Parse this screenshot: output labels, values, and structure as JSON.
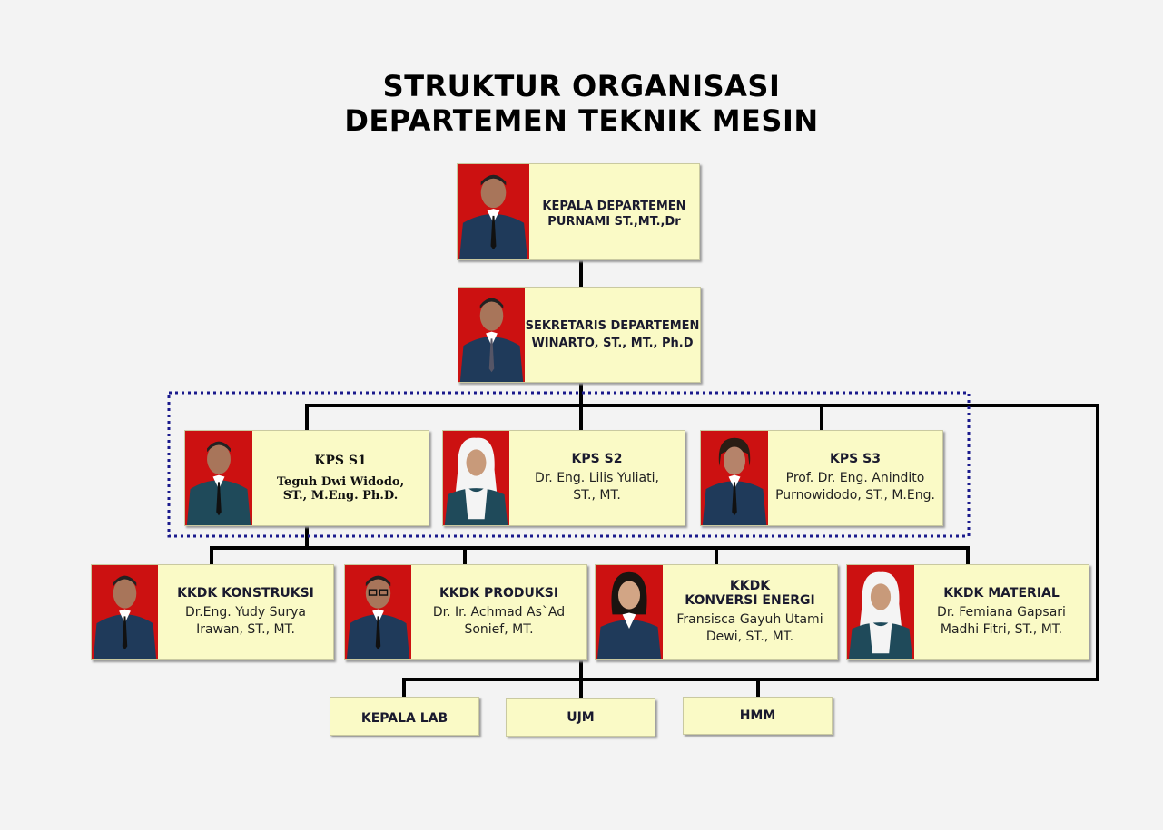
{
  "title": {
    "line1": "STRUKTUR ORGANISASI",
    "line2": "DEPARTEMEN TEKNIK MESIN"
  },
  "head": {
    "role": "KEPALA DEPARTEMEN",
    "name": "PURNAMI ST.,MT.,Dr"
  },
  "secretary": {
    "role": "SEKRETARIS DEPARTEMEN",
    "name": "WINARTO, ST., MT., Ph.D"
  },
  "kps": [
    {
      "role": "KPS S1",
      "name_line1": "Teguh Dwi Widodo,",
      "name_line2": "ST., M.Eng. Ph.D."
    },
    {
      "role": "KPS S2",
      "name_line1": "Dr. Eng. Lilis Yuliati,",
      "name_line2": "ST., MT."
    },
    {
      "role": "KPS S3",
      "name_line1": "Prof. Dr. Eng. Anindito",
      "name_line2": "Purnowidodo, ST., M.Eng."
    }
  ],
  "kkdk": [
    {
      "role_line1": "KKDK KONSTRUKSI",
      "role_line2": "",
      "name_line1": "Dr.Eng. Yudy Surya",
      "name_line2": "Irawan, ST., MT."
    },
    {
      "role_line1": "KKDK PRODUKSI",
      "role_line2": "",
      "name_line1": "Dr. Ir. Achmad As`Ad",
      "name_line2": "Sonief, MT."
    },
    {
      "role_line1": "KKDK",
      "role_line2": "KONVERSI ENERGI",
      "name_line1": "Fransisca Gayuh Utami",
      "name_line2": "Dewi, ST., MT."
    },
    {
      "role_line1": "KKDK MATERIAL",
      "role_line2": "",
      "name_line1": "Dr. Femiana Gapsari",
      "name_line2": "Madhi Fitri, ST., MT."
    }
  ],
  "units": [
    "KEPALA LAB",
    "UJM",
    "HMM"
  ],
  "colors": {
    "card_bg": "#fafac6",
    "photo_bg": "#cc1111",
    "suit": "#1f3a5a",
    "dotted_border": "#1a1a8c",
    "connector": "#000000"
  }
}
